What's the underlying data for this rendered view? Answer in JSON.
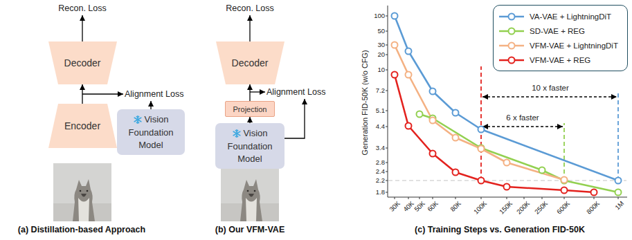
{
  "diagram": {
    "nodes": [
      {
        "text": [
          "Decoder"
        ]
      },
      {
        "text": [
          "Encoder"
        ]
      },
      {
        "text": [
          "Vision Foundation Model"
        ]
      },
      {
        "text": [
          "Decoder"
        ]
      },
      {
        "text": [
          "Projection"
        ]
      },
      {
        "text": [
          "Vision Foundation Model"
        ]
      }
    ],
    "edges": [
      {
        "from": 1,
        "to": 0,
        "arrow": "to"
      },
      {
        "from": 5,
        "to": 4,
        "arrow": "to"
      },
      {
        "from": 4,
        "to": 3,
        "arrow": "to"
      }
    ],
    "labels": [
      "Recon. Loss",
      "Alignment Loss",
      "(a) Distillation-based Approach",
      "Recon. Loss",
      "Alignment Loss",
      "(b) Our VFM-VAE",
      "Generation FID-50K (w/o CFG)",
      "100",
      "50",
      "30",
      "20",
      "10",
      "7.2",
      "5.1",
      "4.4",
      "3.4",
      "2.8",
      "2.4",
      "2.2",
      "1.8",
      "30K",
      "40K",
      "50K",
      "60K",
      "80K",
      "100K",
      "150K",
      "200K",
      "250K",
      "600K",
      "800K",
      "1M",
      "10 x faster",
      "6 x faster",
      "(c) Training Steps vs. Generation FID-50K"
    ],
    "legend": [
      {
        "text": "VA-VAE + LightningDiT",
        "color": "#5b9bd5"
      },
      {
        "text": "SD-VAE + REG",
        "color": "#92d050"
      },
      {
        "text": "VFM-VAE + LightningDiT",
        "color": "#f4b183"
      },
      {
        "text": "VFM-VAE + REG",
        "color": "#e3221e"
      }
    ]
  }
}
